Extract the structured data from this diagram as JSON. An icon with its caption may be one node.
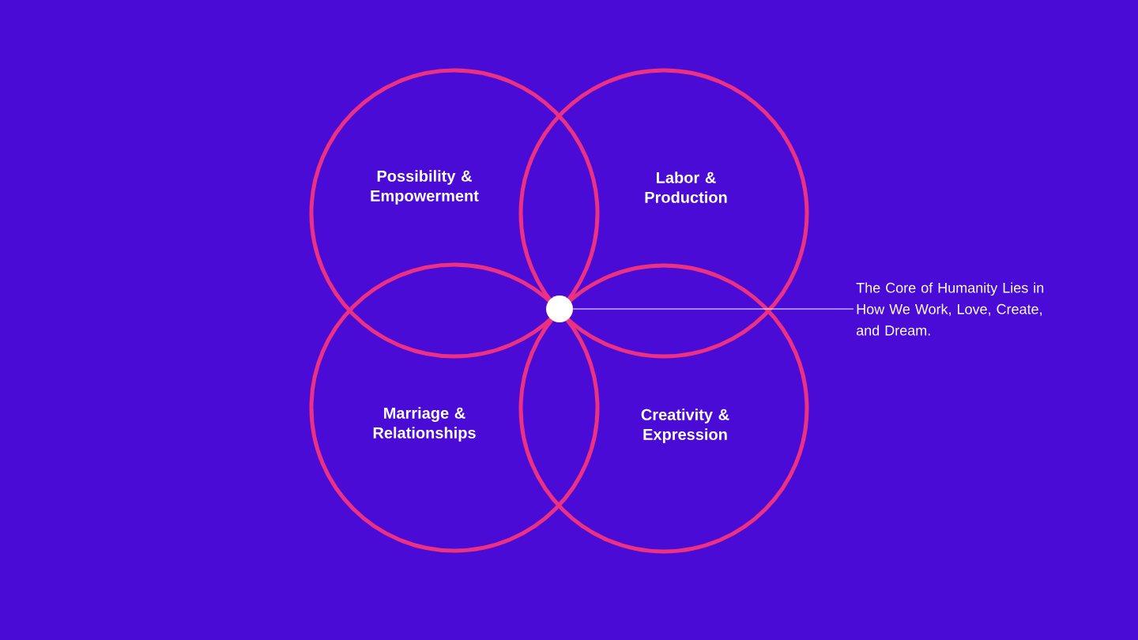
{
  "diagram": {
    "nodes": [
      {
        "text": [
          "Possibility & Empowerment"
        ]
      },
      {
        "text": [
          "Labor & Production"
        ]
      },
      {
        "text": [
          "Marriage & Relationships"
        ]
      },
      {
        "text": [
          "Creativity & Expression"
        ]
      },
      {
        "text": [],
        "shape": "circle"
      },
      {
        "text": [
          "The Core of Humanity Lies in How We Work, Love, Create, and Dream."
        ]
      }
    ],
    "edges": [
      {
        "from": 5,
        "to": 4,
        "arrow": "none"
      }
    ]
  }
}
